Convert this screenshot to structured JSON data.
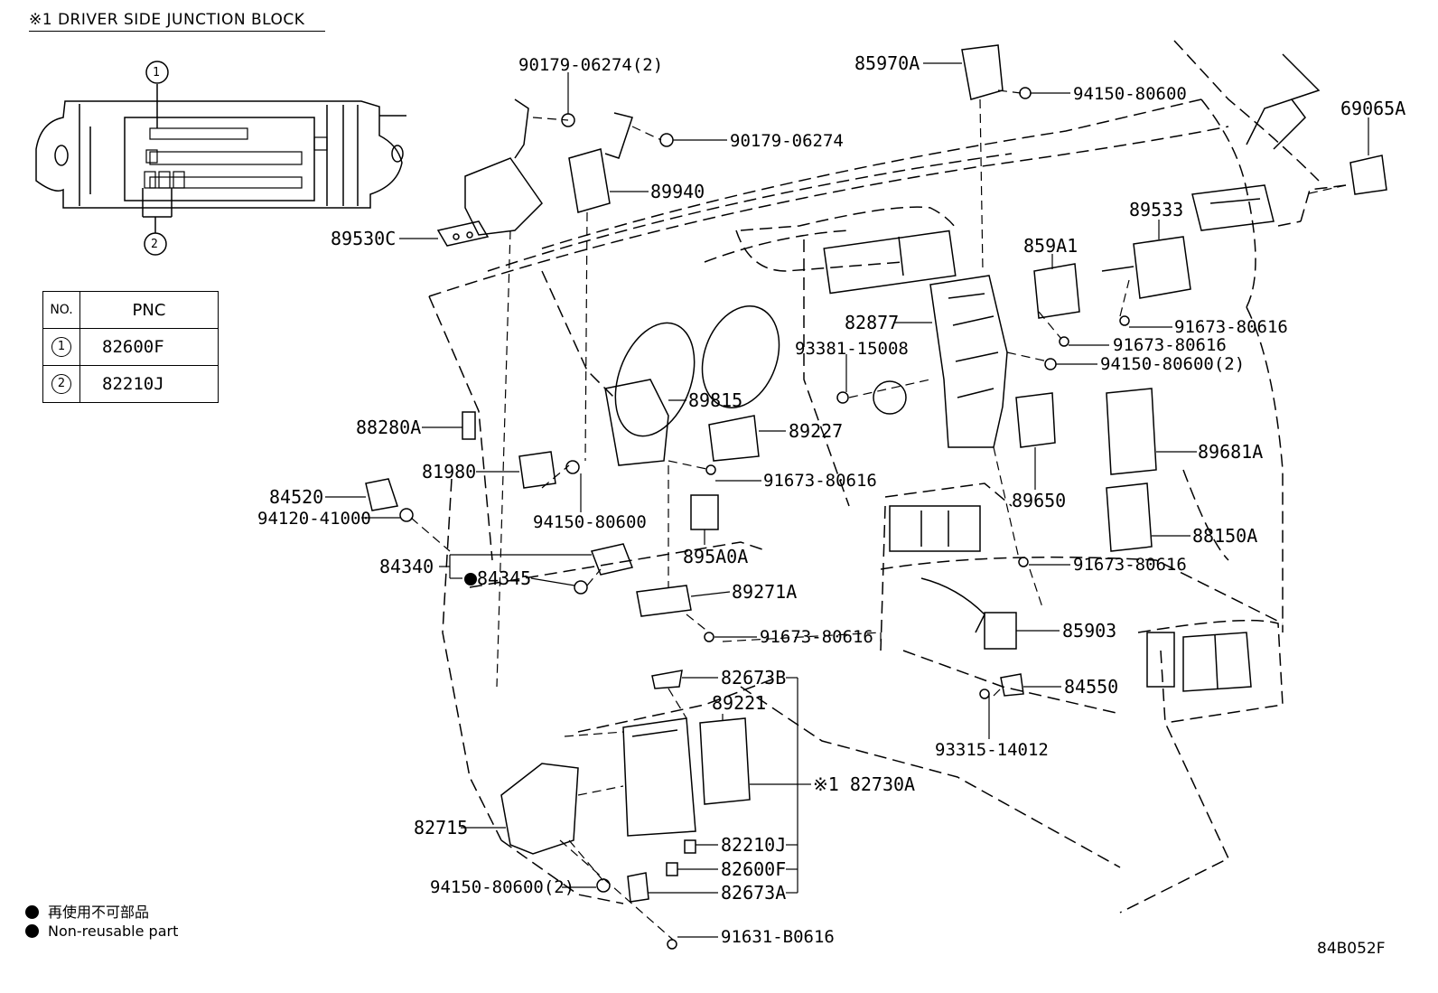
{
  "header": {
    "title": "※1  DRIVER SIDE JUNCTION BLOCK"
  },
  "pnc_table": {
    "col_no": "NO.",
    "col_pnc": "PNC",
    "rows": [
      {
        "no": "1",
        "pnc": "82600F"
      },
      {
        "no": "2",
        "pnc": "82210J"
      }
    ]
  },
  "callouts": {
    "one": "1",
    "two": "2"
  },
  "parts": {
    "p90179_06274_2": "90179-06274(2)",
    "p90179_06274": "90179-06274",
    "p89940": "89940",
    "p89530C": "89530C",
    "p85970A": "85970A",
    "p94150_80600_top": "94150-80600",
    "p69065A": "69065A",
    "p89533": "89533",
    "p859A1": "859A1",
    "p91673_80616_a": "91673-80616",
    "p91673_80616_b": "91673-80616",
    "p94150_80600_2_mid": "94150-80600(2)",
    "p82877": "82877",
    "p93381_15008": "93381-15008",
    "p89815": "89815",
    "p89227": "89227",
    "p88280A": "88280A",
    "p81980": "81980",
    "p91673_80616_c": "91673-80616",
    "p89681A": "89681A",
    "p84520": "84520",
    "p94120_41000": "94120-41000",
    "p94150_80600_left": "94150-80600",
    "p89650": "89650",
    "p895A0A": "895A0A",
    "p88150A": "88150A",
    "p84340": "84340",
    "p84345": "84345",
    "p91673_80616_d": "91673-80616",
    "p89271A": "89271A",
    "p85903": "85903",
    "p91673_80616_e": "91673-80616",
    "p82673B": "82673B",
    "p84550": "84550",
    "p89221": "89221",
    "p93315_14012": "93315-14012",
    "p82730A": "※1 82730A",
    "p82715": "82715",
    "p82210J": "82210J",
    "p82600F": "82600F",
    "p94150_80600_2_bot": "94150-80600(2)",
    "p82673A": "82673A",
    "p91631_B0616": "91631-B0616"
  },
  "legend": {
    "line1": "再使用不可部品",
    "line2": "Non-reusable part"
  },
  "diagram_code": "84B052F"
}
